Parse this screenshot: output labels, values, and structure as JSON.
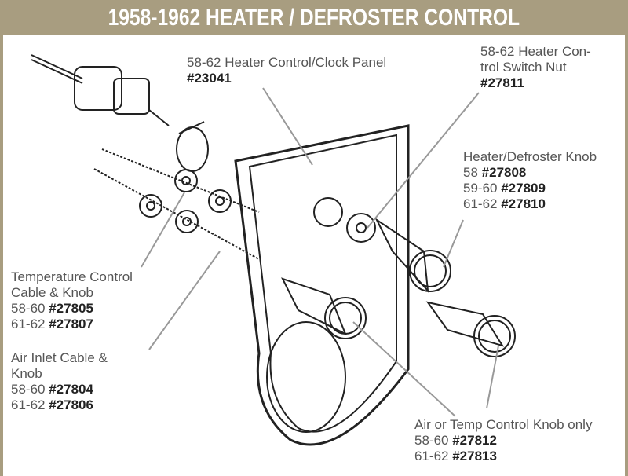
{
  "title": "1958-1962 HEATER / DEFROSTER CONTROL",
  "callouts": {
    "panel": {
      "lines": [
        "58-62 Heater Control/Clock Panel"
      ],
      "part": "#23041"
    },
    "switch_nut": {
      "lines": [
        "58-62 Heater Con-",
        "trol Switch Nut"
      ],
      "part": "#27811"
    },
    "defroster_knob": {
      "name": "Heater/Defroster Knob",
      "rows": [
        {
          "years": "58",
          "part": "#27808"
        },
        {
          "years": "59-60",
          "part": "#27809"
        },
        {
          "years": "61-62",
          "part": "#27810"
        }
      ]
    },
    "temp_cable": {
      "lines": [
        "Temperature Control",
        "Cable & Knob"
      ],
      "rows": [
        {
          "years": "58-60",
          "part": "#27805"
        },
        {
          "years": "61-62",
          "part": "#27807"
        }
      ]
    },
    "air_inlet": {
      "lines": [
        "Air Inlet Cable &",
        "Knob"
      ],
      "rows": [
        {
          "years": "58-60",
          "part": "#27804"
        },
        {
          "years": "61-62",
          "part": "#27806"
        }
      ]
    },
    "air_temp_knob": {
      "name": "Air or Temp Control Knob only",
      "rows": [
        {
          "years": "58-60",
          "part": "#27812"
        },
        {
          "years": "61-62",
          "part": "#27813"
        }
      ]
    }
  },
  "colors": {
    "header": "#a89d80",
    "text": "#555555",
    "part": "#222222"
  }
}
